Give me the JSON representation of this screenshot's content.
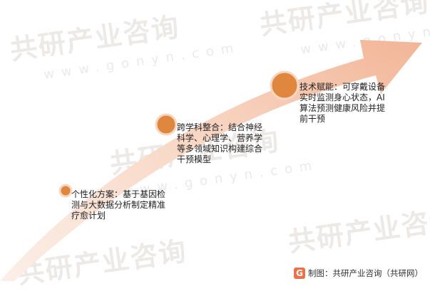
{
  "stages": [
    {
      "text": "个性化方案：基于基因检测与大数据分析制定精准疗愈计划"
    },
    {
      "text": "跨学科整合：结合神经科学、心理学、营养学等多领域知识构建综合干预模型"
    },
    {
      "text": "技术赋能：可穿戴设备实时监测身心状态，AI算法预测健康风险并提前干预"
    }
  ],
  "colors": {
    "arrow_light": "#fbefe8",
    "arrow_dark": "#f2b597",
    "node": "#e0873f",
    "node_stroke": "#f6d8c2"
  },
  "watermark": {
    "title": "共研产业咨询",
    "sub": "www.gonyn.com"
  },
  "footer": {
    "logo": "G",
    "text": "制图：共研产业咨询（共研网）"
  }
}
